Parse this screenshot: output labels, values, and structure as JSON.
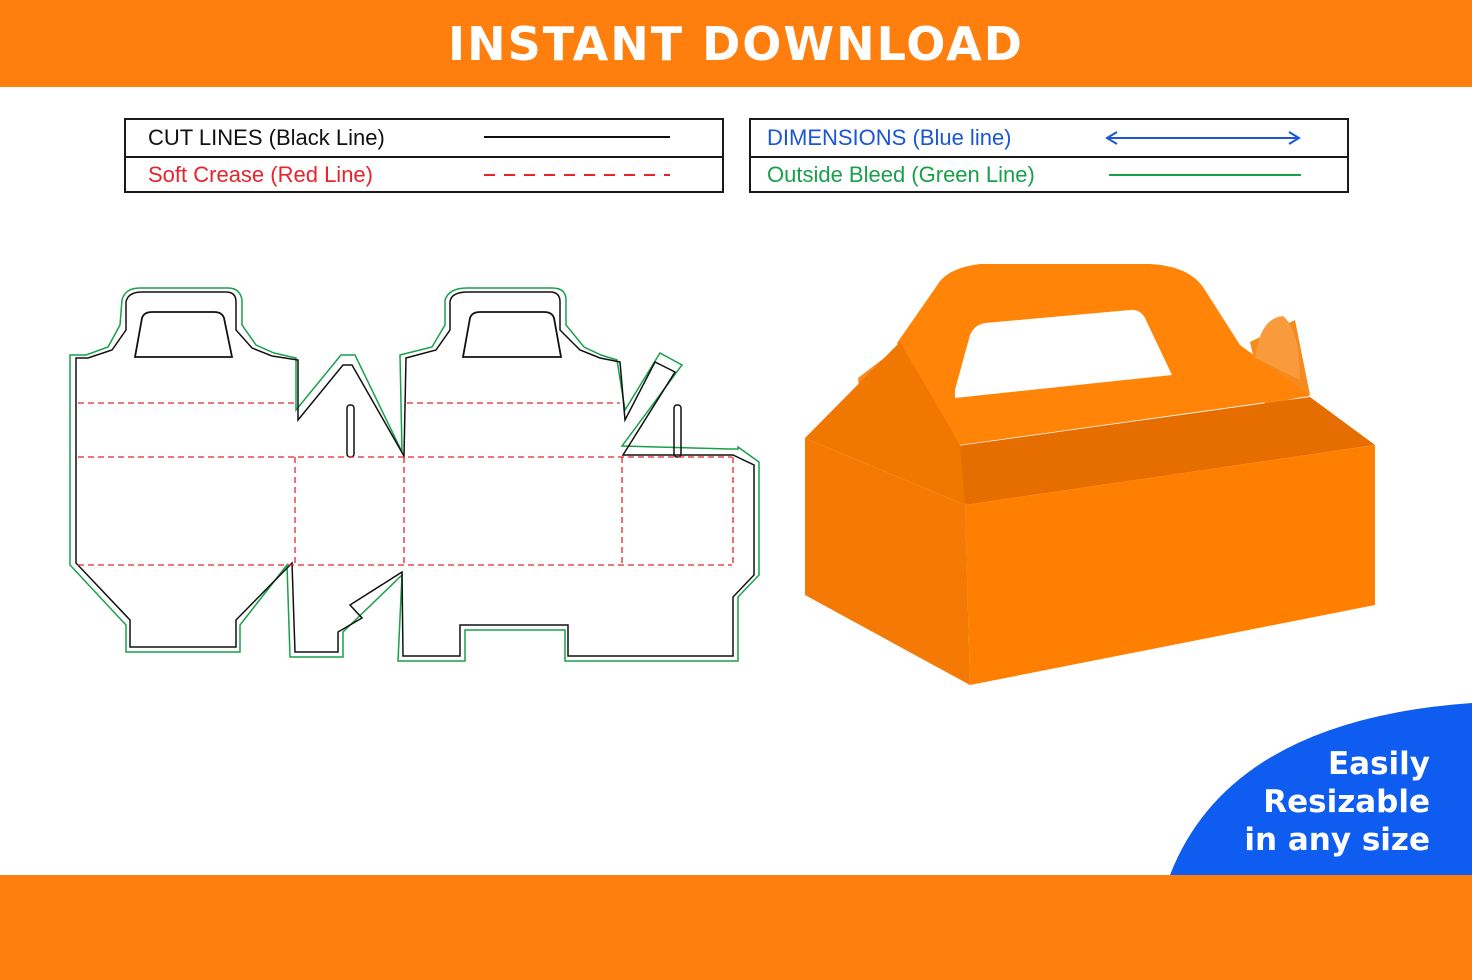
{
  "banner": {
    "title": "INSTANT DOWNLOAD"
  },
  "legend_left": {
    "cut_lines": {
      "label": "CUT LINES (Black Line)",
      "color": "#111111"
    },
    "soft_crease": {
      "label": "Soft Crease (Red Line)",
      "color": "#e8232a"
    }
  },
  "legend_right": {
    "dimensions": {
      "label": "DIMENSIONS (Blue line)",
      "color": "#1a56d6"
    },
    "outside_bleed": {
      "label": "Outside Bleed (Green Line)",
      "color": "#19a04a"
    }
  },
  "badge": {
    "line1": "Easily",
    "line2": "Resizable",
    "line3": "in any size",
    "color": "#0f5cf0"
  },
  "colors": {
    "orange": "#ff7f0e",
    "box_front": "#ff8000",
    "box_side": "#f47a05",
    "box_top": "#e86f00"
  }
}
